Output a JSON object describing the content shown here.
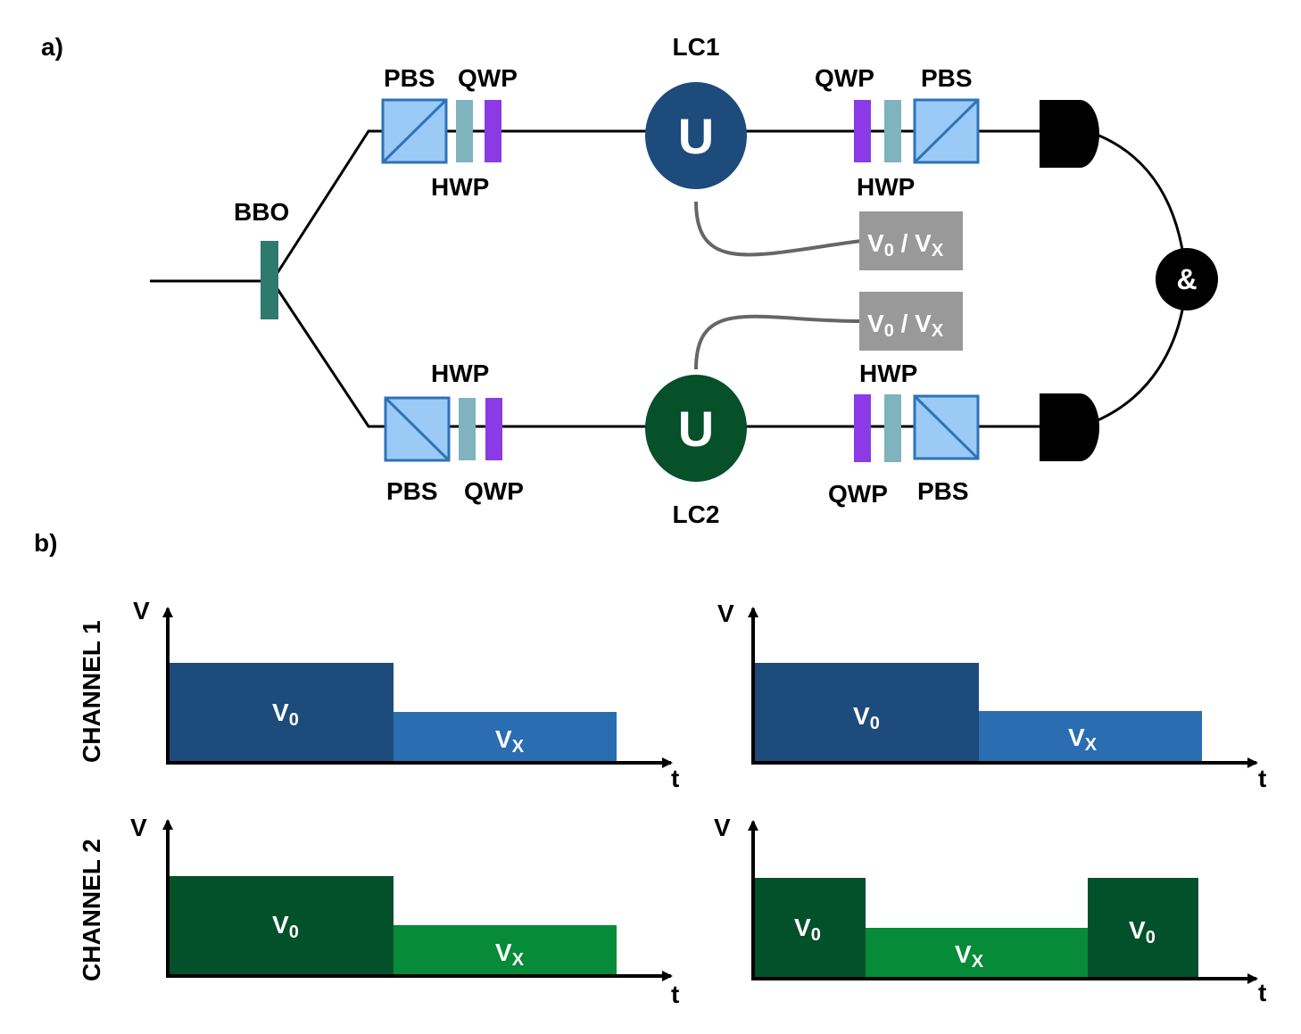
{
  "colors": {
    "line": "#000000",
    "bbo": "#2f7a6e",
    "pbs_fill": "#9ccaf6",
    "pbs_stroke": "#2e73b8",
    "hwp": "#7fb3bd",
    "qwp": "#8a3be6",
    "lc1": "#1d4b7c",
    "lc2": "#06502a",
    "cable": "#666666",
    "voltage_box": "#999999",
    "ch1_v0": "#1d4b7c",
    "ch1_vx": "#2a6db0",
    "ch2_v0": "#03512a",
    "ch2_vx": "#068b39"
  },
  "panel_a": {
    "label": "a)",
    "bbo_label": "BBO",
    "lc1_label": "LC1",
    "lc2_label": "LC2",
    "unitary_label": "U",
    "and_label": "&",
    "top_labels": {
      "pbs_left": "PBS",
      "qwp_left": "QWP",
      "hwp_left": "HWP",
      "qwp_right": "QWP",
      "pbs_right": "PBS",
      "hwp_right": "HWP"
    },
    "bottom_labels": {
      "hwp_left": "HWP",
      "pbs_left": "PBS",
      "qwp_left": "QWP",
      "hwp_right": "HWP",
      "qwp_right": "QWP",
      "pbs_right": "PBS"
    },
    "voltage_boxes": [
      {
        "v": "V",
        "a": "0",
        "sep": " / ",
        "b": "V",
        "bsub": "X"
      },
      {
        "v": "V",
        "a": "0",
        "sep": " / ",
        "b": "V",
        "bsub": "X"
      }
    ]
  },
  "panel_b": {
    "label": "b)",
    "channel1_label": "CHANNEL 1",
    "channel2_label": "CHANNEL 2",
    "axis_y": "V",
    "axis_x": "t",
    "segment_main": "V",
    "sub_0": "0",
    "sub_x": "X"
  }
}
